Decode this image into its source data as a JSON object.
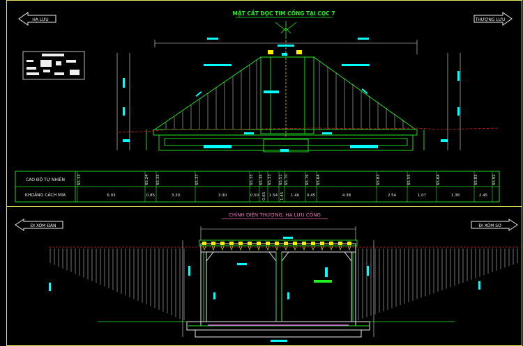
{
  "top_view": {
    "title": "MẶT CẮT DỌC TIM CỐNG TẠI CỌC 7",
    "left_arrow": "HẠ LƯU",
    "right_arrow": "THƯỢNG LƯU"
  },
  "table": {
    "row1_label": "CAO ĐỘ TỰ NHIÊN",
    "row2_label": "KHOẢNG CÁCH MIA",
    "elevations": [
      "65.33",
      "65.24",
      "65.35",
      "65.37",
      "65.35",
      "65.35",
      "65.33",
      "65.51",
      "65.70",
      "65.76",
      "65.64",
      "65.83",
      "65.55",
      "65.64",
      "65.85",
      "65.92"
    ],
    "distances": [
      "6.03",
      "0.85",
      "3.30",
      "3.30",
      "0.50",
      "0.65",
      "1.54",
      "1.45",
      "1.40",
      "0.45",
      "4.38",
      "2.54",
      "1.07",
      "1.38",
      "2.45"
    ]
  },
  "bottom_view": {
    "title": "CHÍNH DIỆN THƯỢNG, HẠ LƯU CỐNG",
    "left_arrow": "ĐI XÓM ĐÁN",
    "right_arrow": "ĐI XÓM SƠ"
  },
  "colors": {
    "structure": "#22ee22",
    "earth": "#ffffff",
    "dimension": "#00ffff",
    "ground": "#cc2222",
    "marker": "#ffee00",
    "background": "#000000"
  }
}
